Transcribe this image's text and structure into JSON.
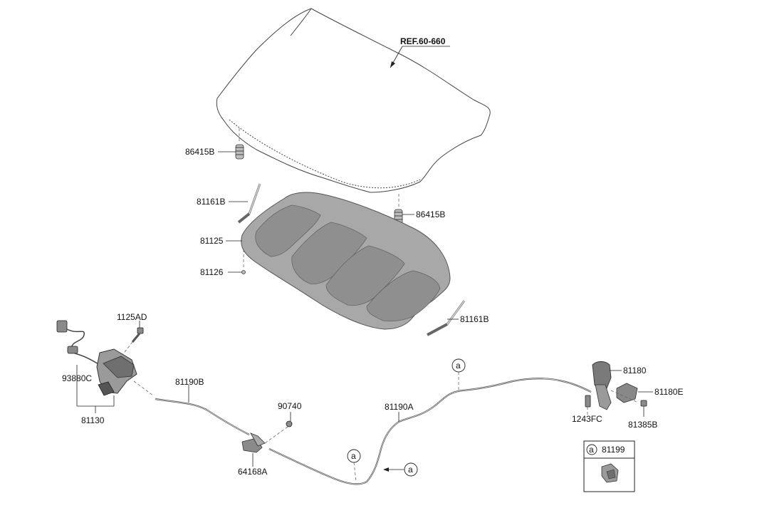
{
  "labels": {
    "ref": "REF.60-660",
    "bumper_top": "86415B",
    "bumper_right": "86415B",
    "stay_upper": "81161B",
    "stay_lower": "81161B",
    "insulator": "81125",
    "clip": "81126",
    "bolt": "1125AD",
    "wiring": "93880C",
    "latch": "81130",
    "cable_b": "81190B",
    "cable_a": "81190A",
    "fastener": "90740",
    "handle": "64168A",
    "release": "81180",
    "release_e": "81180E",
    "screw": "1243FC",
    "bracket": "81385B",
    "callout_a1": "a",
    "callout_a2": "a",
    "callout_a3": "a",
    "legend_letter": "a",
    "legend_part": "81199"
  },
  "colors": {
    "panel": "#a8a8a8",
    "panel_dark": "#8f8f8f",
    "line": "#333333"
  }
}
